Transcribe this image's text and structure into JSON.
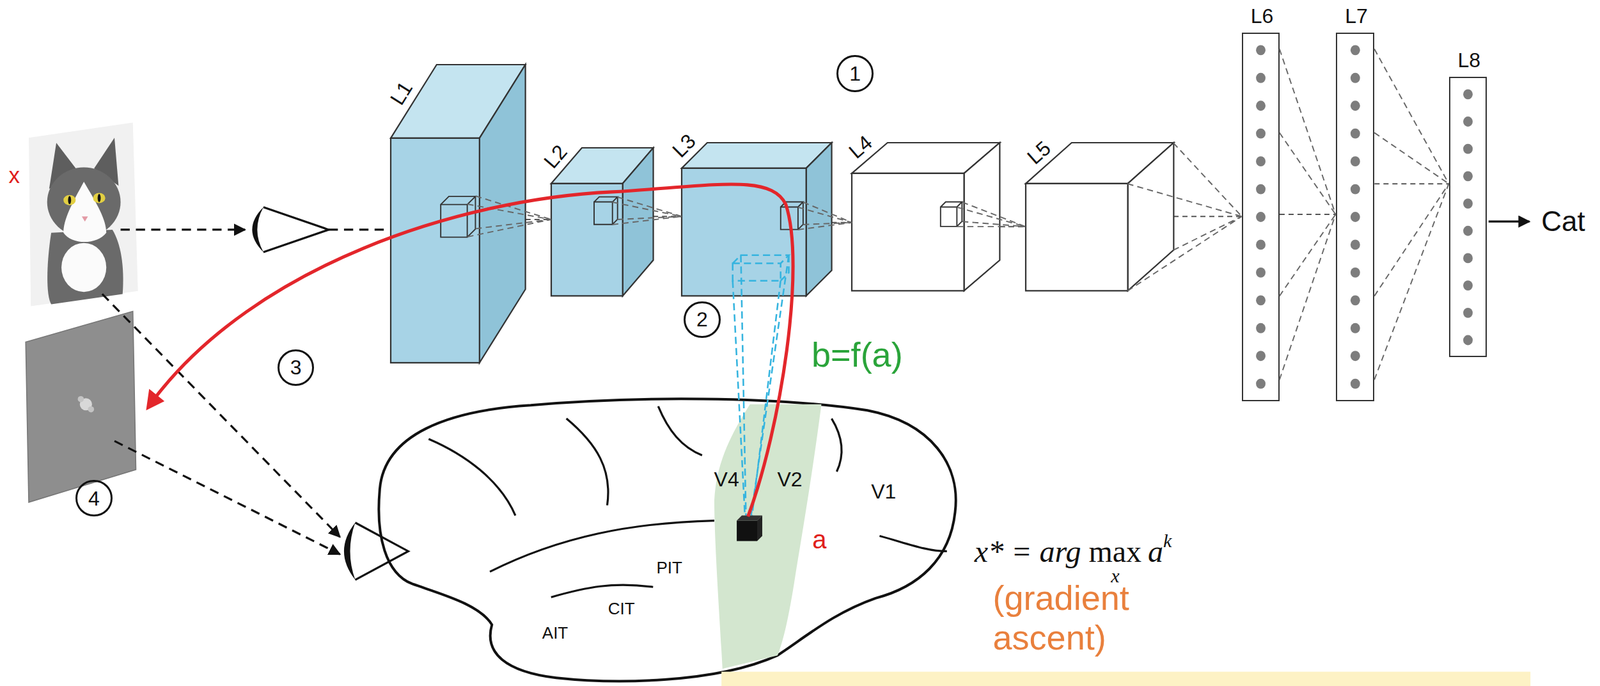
{
  "diagram": {
    "nodes": [
      {
        "text": [
          "1"
        ]
      },
      {
        "text": [
          "L1"
        ]
      },
      {
        "text": [
          "L2"
        ]
      },
      {
        "text": [
          "L3"
        ]
      },
      {
        "text": [
          "L4"
        ]
      },
      {
        "text": [
          "L5"
        ]
      },
      {
        "text": [
          "L6"
        ]
      },
      {
        "text": [
          "L7"
        ]
      },
      {
        "text": [
          "L8"
        ]
      },
      {
        "text": [
          "2"
        ]
      },
      {
        "text": [
          "3"
        ]
      },
      {
        "text": [
          "4"
        ]
      }
    ],
    "edges": [
      {
        "from": 1,
        "to": 2,
        "arrow": "none"
      },
      {
        "from": 2,
        "to": 3,
        "arrow": "none"
      },
      {
        "from": 3,
        "to": 4,
        "arrow": "none"
      },
      {
        "from": 4,
        "to": 5,
        "arrow": "none"
      },
      {
        "from": 5,
        "to": 6,
        "arrow": "none"
      },
      {
        "from": 6,
        "to": 7,
        "arrow": "none"
      },
      {
        "from": 7,
        "to": 8,
        "arrow": "none"
      }
    ],
    "labels": [
      "x",
      "Cat",
      "b=f(a)",
      "V4",
      "V2",
      "V1",
      "a",
      "PIT",
      "CIT",
      "AIT",
      "x*",
      "= arg",
      "max",
      "x",
      "a",
      "k",
      "(gradient ascent)"
    ]
  }
}
